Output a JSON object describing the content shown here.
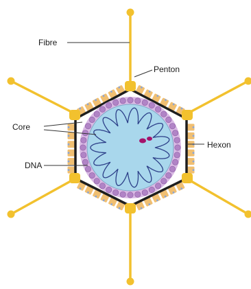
{
  "labels": {
    "fibre": "Fibre",
    "penton": "Penton",
    "core": "Core",
    "hexon": "Hexon",
    "dna": "DNA"
  },
  "colors": {
    "fibre": "#f2c12e",
    "hexon": "#f0bf72",
    "capsid_outline": "#1e1e1e",
    "core_fill": "#a9d7ec",
    "dna_strand": "#2c3f88",
    "core_beads": "#b184c6",
    "pointer_line": "#333333"
  }
}
